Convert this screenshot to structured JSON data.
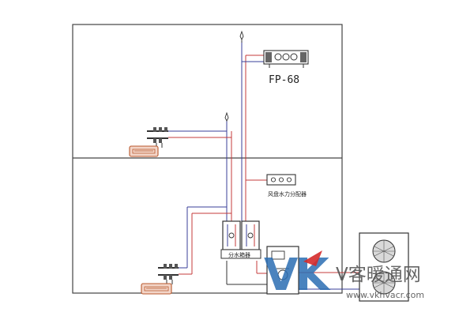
{
  "diagram": {
    "fan_coil_label": "FP-68",
    "panel_label": "风盘水力分配器",
    "manifold_label": "分水箱器"
  },
  "watermark": {
    "logo": "VK",
    "brand": "V客暖通网",
    "url": "www.vkhvacr.com"
  },
  "colors": {
    "supply": "#c43b3b",
    "return": "#3a3f9a",
    "frame": "#444444",
    "floor_heat": "#b8572b",
    "logo_blue": "#2a6db3",
    "logo_red": "#d42a2a",
    "watermark_gray": "#555555"
  }
}
